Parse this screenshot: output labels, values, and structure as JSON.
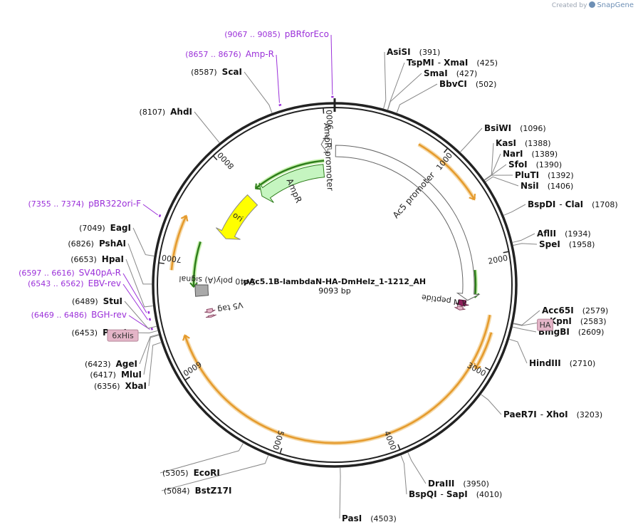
{
  "branding": {
    "created_by": "Created by",
    "app_name": "SnapGene"
  },
  "plasmid": {
    "name": "pAc5.1B-lambdaN-HA-DmHelz_1-1212_AH",
    "size_label": "9093 bp",
    "length": 9093
  },
  "ruler": [
    {
      "pos": 1000,
      "label": "1000"
    },
    {
      "pos": 2000,
      "label": "2000"
    },
    {
      "pos": 3000,
      "label": "3000"
    },
    {
      "pos": 4000,
      "label": "4000"
    },
    {
      "pos": 5000,
      "label": "5000"
    },
    {
      "pos": 6000,
      "label": "6000"
    },
    {
      "pos": 7000,
      "label": "7000"
    },
    {
      "pos": 8000,
      "label": "8000"
    },
    {
      "pos": 9000,
      "label": "9000"
    }
  ],
  "colors": {
    "backbone": "#222222",
    "enzyme_line": "#888888",
    "primer": "#9b30d9",
    "orf": "#e59a2c",
    "orf_glow": "#f5d9a8",
    "ampr": "#c5f5c0",
    "ampr_outline": "#2e7d1b",
    "ori": "#ffff00",
    "promoter": "#ffffff",
    "tag": "#e4b5c8",
    "npep": "#8e1f5b"
  },
  "enzymes": [
    {
      "name": "AsiSI",
      "pos": 391,
      "position_text": "(391)"
    },
    {
      "name": "TspMI",
      "name2": "XmaI",
      "pos": 425,
      "position_text": "(425)"
    },
    {
      "name": "SmaI",
      "pos": 427,
      "position_text": "(427)"
    },
    {
      "name": "BbvCI",
      "pos": 502,
      "position_text": "(502)"
    },
    {
      "name": "BsiWI",
      "pos": 1096,
      "position_text": "(1096)"
    },
    {
      "name": "KasI",
      "pos": 1388,
      "position_text": "(1388)"
    },
    {
      "name": "NarI",
      "pos": 1389,
      "position_text": "(1389)"
    },
    {
      "name": "SfoI",
      "pos": 1390,
      "position_text": "(1390)"
    },
    {
      "name": "PluTI",
      "pos": 1392,
      "position_text": "(1392)"
    },
    {
      "name": "NsiI",
      "pos": 1406,
      "position_text": "(1406)"
    },
    {
      "name": "BspDI",
      "name2": "ClaI",
      "pos": 1708,
      "position_text": "(1708)"
    },
    {
      "name": "AflII",
      "pos": 1934,
      "position_text": "(1934)"
    },
    {
      "name": "SpeI",
      "pos": 1958,
      "position_text": "(1958)"
    },
    {
      "name": "Acc65I",
      "pos": 2579,
      "position_text": "(2579)"
    },
    {
      "name": "KpnI",
      "pos": 2583,
      "position_text": "(2583)"
    },
    {
      "name": "BmgBI",
      "pos": 2609,
      "position_text": "(2609)"
    },
    {
      "name": "HindIII",
      "pos": 2710,
      "position_text": "(2710)"
    },
    {
      "name": "PaeR7I",
      "name2": "XhoI",
      "pos": 3203,
      "position_text": "(3203)"
    },
    {
      "name": "DraIII",
      "pos": 3950,
      "position_text": "(3950)"
    },
    {
      "name": "BspQI",
      "name2": "SapI",
      "pos": 4010,
      "position_text": "(4010)"
    },
    {
      "name": "PasI",
      "pos": 4503,
      "position_text": "(4503)"
    },
    {
      "name": "BstZ17I",
      "pos": 5084,
      "position_text": "(5084)"
    },
    {
      "name": "EcoRI",
      "pos": 5305,
      "position_text": "(5305)"
    },
    {
      "name": "XbaI",
      "pos": 6356,
      "position_text": "(6356)"
    },
    {
      "name": "MluI",
      "pos": 6417,
      "position_text": "(6417)"
    },
    {
      "name": "AgeI",
      "pos": 6423,
      "position_text": "(6423)"
    },
    {
      "name": "PmeI",
      "pos": 6453,
      "position_text": "(6453)"
    },
    {
      "name": "StuI",
      "pos": 6489,
      "position_text": "(6489)"
    },
    {
      "name": "HpaI",
      "pos": 6653,
      "position_text": "(6653)"
    },
    {
      "name": "PshAI",
      "pos": 6826,
      "position_text": "(6826)"
    },
    {
      "name": "EagI",
      "pos": 7049,
      "position_text": "(7049)"
    },
    {
      "name": "AhdI",
      "pos": 8107,
      "position_text": "(8107)"
    },
    {
      "name": "ScaI",
      "pos": 8587,
      "position_text": "(8587)"
    }
  ],
  "primers": [
    {
      "name": "pBRforEco",
      "range_text": "(9067 .. 9085)",
      "start": 9067,
      "end": 9085
    },
    {
      "name": "Amp-R",
      "range_text": "(8657 .. 8676)",
      "start": 8657,
      "end": 8676
    },
    {
      "name": "pBR322ori-F",
      "range_text": "(7355 .. 7374)",
      "start": 7355,
      "end": 7374
    },
    {
      "name": "SV40pA-R",
      "range_text": "(6597 .. 6616)",
      "start": 6597,
      "end": 6616
    },
    {
      "name": "EBV-rev",
      "range_text": "(6543 .. 6562)",
      "start": 6543,
      "end": 6562
    },
    {
      "name": "BGH-rev",
      "range_text": "(6469 .. 6486)",
      "start": 6469,
      "end": 6486
    }
  ],
  "features": [
    {
      "name": "AmpR promoter",
      "type": "promoter",
      "start": 8955,
      "end": 9060,
      "dir": -1
    },
    {
      "name": "AmpR",
      "type": "ampr",
      "start": 8100,
      "end": 8955,
      "dir": -1
    },
    {
      "name": "ori",
      "type": "ori",
      "start": 7400,
      "end": 7980,
      "dir": -1
    },
    {
      "name": "Ac5 promoter",
      "type": "promoter",
      "start": 10,
      "end": 2440,
      "dir": 1
    },
    {
      "name": "λ N peptide",
      "type": "npep",
      "start": 2445,
      "end": 2510,
      "dir": 1
    },
    {
      "name": "HA",
      "type": "tag",
      "start": 2520,
      "end": 2560,
      "dir": 1
    },
    {
      "name": "SV40 poly(A) signal",
      "type": "box",
      "start": 6700,
      "end": 6820,
      "dir": 0
    },
    {
      "name": "V5 tag",
      "type": "tag",
      "start": 6500,
      "end": 6545,
      "dir": -1
    },
    {
      "name": "6xHis",
      "type": "tag",
      "start": 6450,
      "end": 6470,
      "dir": -1
    }
  ],
  "orfs": [
    {
      "start": 780,
      "end": 1480,
      "dir": 1,
      "ring": 1
    },
    {
      "start": 2550,
      "end": 6350,
      "dir": 1,
      "ring": 2
    },
    {
      "start": 2700,
      "end": 3050,
      "dir": 1,
      "ring": 1
    },
    {
      "start": 6950,
      "end": 7450,
      "dir": 1,
      "ring": 1
    }
  ],
  "green_arrows": [
    {
      "start": 2120,
      "end": 2400,
      "dir": 1
    },
    {
      "start": 6800,
      "end": 7270,
      "dir": -1
    },
    {
      "start": 8100,
      "end": 8970,
      "dir": -1
    }
  ]
}
